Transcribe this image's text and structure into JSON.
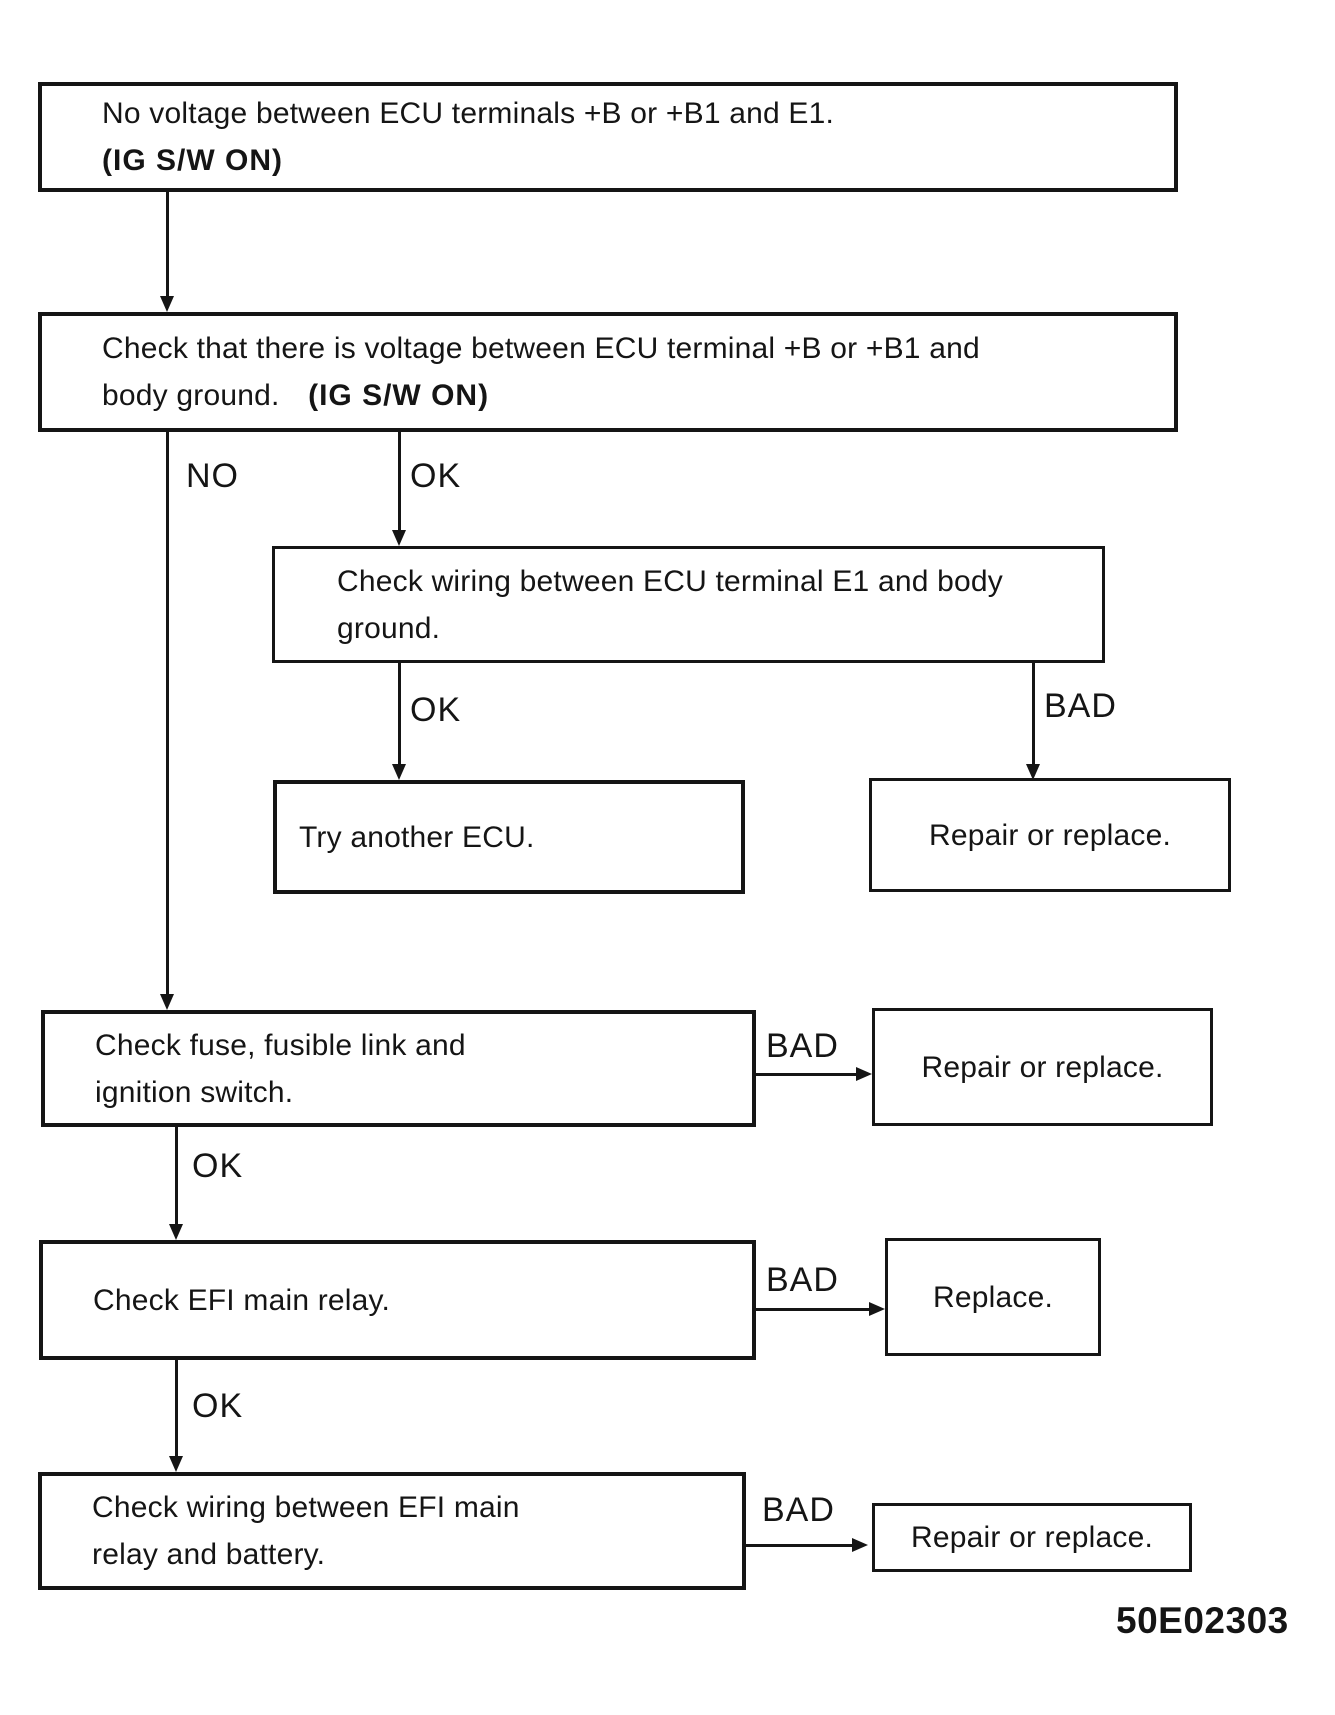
{
  "figure": {
    "code": "50E02303"
  },
  "colors": {
    "ink": "#151515",
    "paper": "#ffffff"
  },
  "labels": {
    "no": "NO",
    "ok": "OK",
    "bad": "BAD"
  },
  "boxes": {
    "start": {
      "line1": "No voltage between ECU terminals +B or +B1 and E1.",
      "line2": "(IG S/W ON)"
    },
    "check_voltage": {
      "line1": "Check that there is voltage between ECU terminal +B or +B1 and",
      "line2a": "body ground.",
      "line2b": "(IG S/W ON)"
    },
    "check_wiring_e1": {
      "line1": "Check wiring between ECU terminal E1 and body",
      "line2": "ground."
    },
    "try_ecu": {
      "line1": "Try another ECU."
    },
    "repair1": {
      "line1": "Repair or replace."
    },
    "check_fuse": {
      "line1": "Check fuse, fusible link and",
      "line2": "ignition switch."
    },
    "repair2": {
      "line1": "Repair or replace."
    },
    "check_relay": {
      "line1": "Check EFI main relay."
    },
    "replace": {
      "line1": "Replace."
    },
    "check_wiring_efi": {
      "line1": "Check wiring between EFI main",
      "line2": "relay and battery."
    },
    "repair3": {
      "line1": "Repair or replace."
    }
  }
}
